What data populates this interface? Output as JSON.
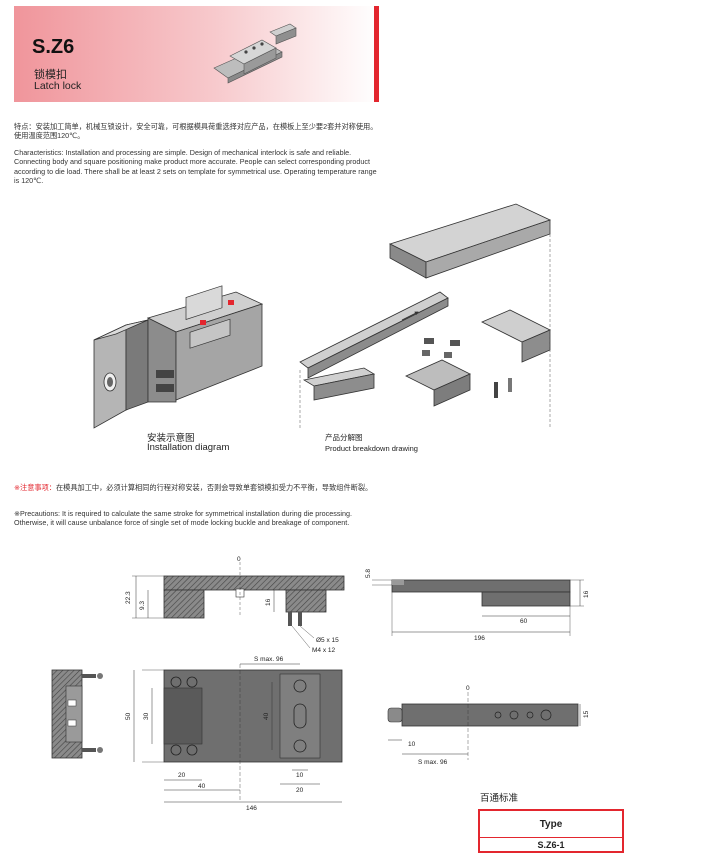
{
  "header": {
    "code": "S.Z6",
    "name_cn": "锁模扣",
    "name_en": "Latch lock"
  },
  "features": {
    "cn": "特点：安装加工简单，机械互锁设计，安全可靠，可根据模具荷重选择对应产品，在模板上至少要2套并对称使用。使用温度范围120℃。",
    "en": "Characteristics: Installation and processing are simple. Design of mechanical interlock is safe and reliable. Connecting body and square positioning make product more accurate. People can select corresponding product according to die load. There shall be at least 2 sets on template for symmetrical use. Operating temperature range is 120℃."
  },
  "diagrams": {
    "installation_cn": "安装示意图",
    "installation_en": "Installation diagram",
    "breakdown_cn": "产品分解图",
    "breakdown_en": "Product breakdown drawing"
  },
  "precautions": {
    "cn_label": "※注意事项：",
    "cn": "在模具加工中，必须计算相同的行程对称安装，否则会导致单套锁模扣受力不平衡，导致组件断裂。",
    "en": "※Precautions: It is required to calculate the same stroke for symmetrical installation during die processing. Otherwise, it will cause unbalance force of single set of mode locking buckle and breakage of component."
  },
  "dimensions": {
    "zero_a": "0",
    "d22_3": "22.3",
    "d9_3": "9.3",
    "d16_a": "16",
    "d5x15": "Ø5 x 15",
    "m4x12": "M4 x 12",
    "d5_8": "5.8",
    "d16_b": "16",
    "d60": "60",
    "d196": "196",
    "s_max_top": "S max. 96",
    "d50": "50",
    "d30": "30",
    "d40_v": "40",
    "d20_a": "20",
    "d40_h": "40",
    "d10_a": "10",
    "d20_b": "20",
    "d146": "146",
    "zero_b": "0",
    "d15": "15",
    "d10_b": "10",
    "s_max_bottom": "S max. 96"
  },
  "standard": {
    "title": "百通标准",
    "col": "Type",
    "value": "S.Z6-1"
  },
  "colors": {
    "accent": "#e3262e",
    "metal": "#6f6f6f"
  }
}
